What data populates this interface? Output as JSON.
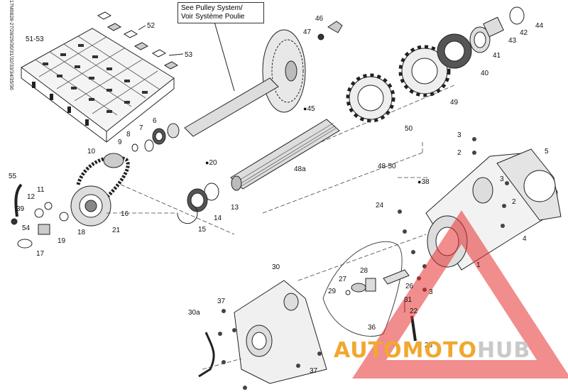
{
  "callout": {
    "line1": "See Pulley System/",
    "line2": "Voir Système Poulie"
  },
  "side_id": "17M0828-27/28/29/30/31/32/33/34/35/36",
  "watermark": {
    "part1": "AUTOMOTO",
    "part2": "HUB",
    "color1": "#f0a830",
    "color2": "#c9c9c9",
    "triangle_color": "#e83030"
  },
  "labels": {
    "l51_53": "51-53",
    "l52": "52",
    "l53": "53",
    "l46": "46",
    "l47": "47",
    "l44": "44",
    "l42": "42",
    "l43": "43",
    "l41": "41",
    "l40": "40",
    "l49": "49",
    "l50": "50",
    "l45": "45",
    "l48a": "48a",
    "l48_50": "48-50",
    "l20": "20",
    "l6": "6",
    "l7": "7",
    "l8": "8",
    "l9": "9",
    "l10": "10",
    "l55": "55",
    "l11": "11",
    "l12": "12",
    "l39": "39",
    "l54": "54",
    "l16": "16",
    "l18": "18",
    "l21": "21",
    "l19": "19",
    "l17": "17",
    "l13": "13",
    "l14": "14",
    "l15": "15",
    "l3a": "3",
    "l2a": "2",
    "l5": "5",
    "l38": "38",
    "l3b": "3",
    "l2b": "2",
    "l24": "24",
    "l4": "4",
    "l1": "1",
    "l30": "30",
    "l28": "28",
    "l27": "27",
    "l29": "29",
    "l26": "26",
    "l3c": "3",
    "l31": "31",
    "l22": "22",
    "l37a": "37",
    "l30a": "30a",
    "l36": "36",
    "l23": "23",
    "l37b": "37"
  }
}
